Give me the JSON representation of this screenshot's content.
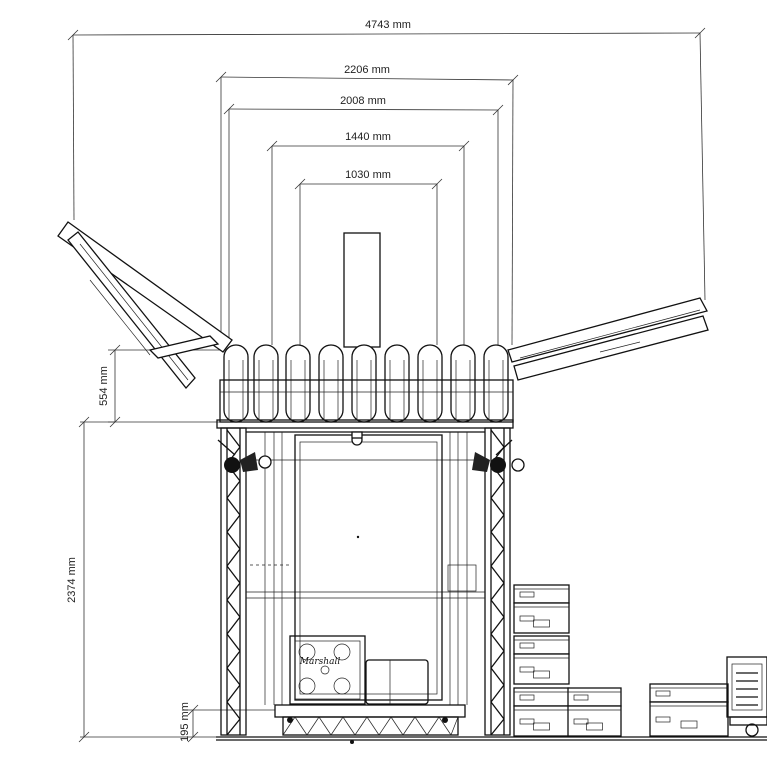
{
  "dimensions": {
    "overall_width": "4743 mm",
    "roof_width": "2206 mm",
    "frame_width": "2008 mm",
    "inner_width": "1440 mm",
    "screen_width": "1030 mm",
    "roof_height": "554 mm",
    "stage_height": "2374 mm",
    "riser_height": "195 mm"
  },
  "equipment": {
    "amp_brand": "Marshall"
  }
}
